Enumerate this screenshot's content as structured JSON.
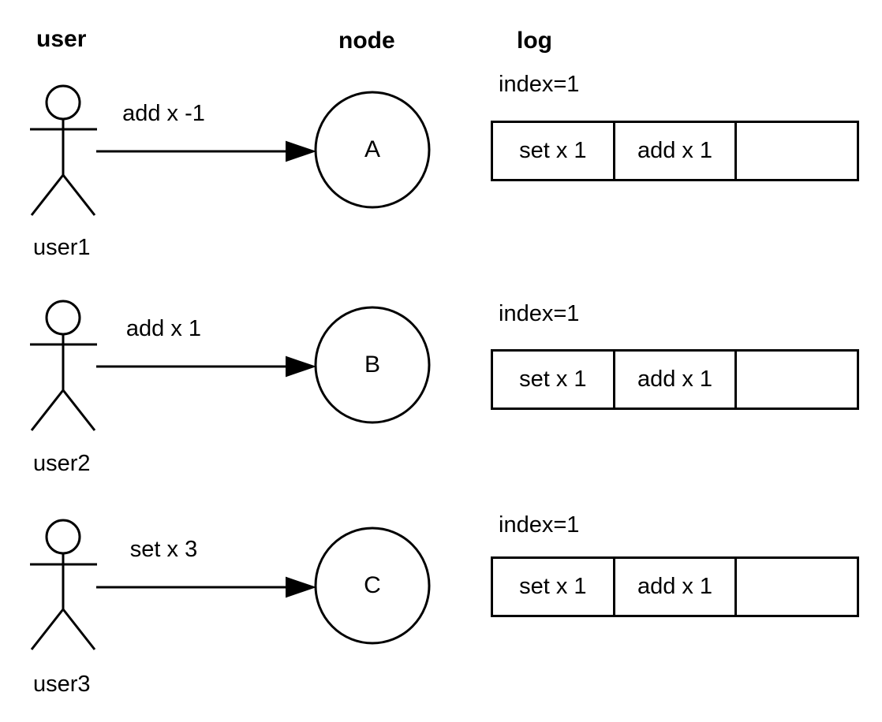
{
  "headers": {
    "user": "user",
    "node": "node",
    "log": "log"
  },
  "rows": [
    {
      "user_label": "user1",
      "action": "add x -1",
      "node_label": "A",
      "log": {
        "index_label": "index=1",
        "cells": [
          "set x 1",
          "add x 1",
          ""
        ]
      }
    },
    {
      "user_label": "user2",
      "action": "add x 1",
      "node_label": "B",
      "log": {
        "index_label": "index=1",
        "cells": [
          "set x 1",
          "add x 1",
          ""
        ]
      }
    },
    {
      "user_label": "user3",
      "action": "set x 3",
      "node_label": "C",
      "log": {
        "index_label": "index=1",
        "cells": [
          "set x 1",
          "add x 1",
          ""
        ]
      }
    }
  ],
  "colors": {
    "stroke": "#000000",
    "background": "#ffffff"
  }
}
